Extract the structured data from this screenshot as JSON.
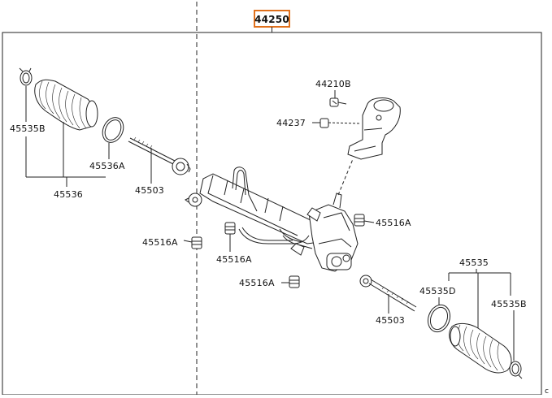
{
  "diagram": {
    "main_assembly_label": "44250",
    "labels": {
      "boot_clamp_left": "45535B",
      "boot_left": "45536",
      "ring_left": "45536A",
      "tie_rod_end_left": "45503",
      "bushing_a": "45516A",
      "bushing_b": "45516A",
      "bushing_c": "45516A",
      "bushing_d": "45516A",
      "bracket_bolt": "44210B",
      "valve_nut": "44237",
      "boot_kit_right": "45535",
      "clamp_d_right": "45535D",
      "clamp_b_right": "45535B",
      "tie_rod_end_right": "45503"
    },
    "corner_mark": "c"
  },
  "colors": {
    "line": "#222222",
    "highlight_box": "#e0701c",
    "background": "#ffffff"
  }
}
